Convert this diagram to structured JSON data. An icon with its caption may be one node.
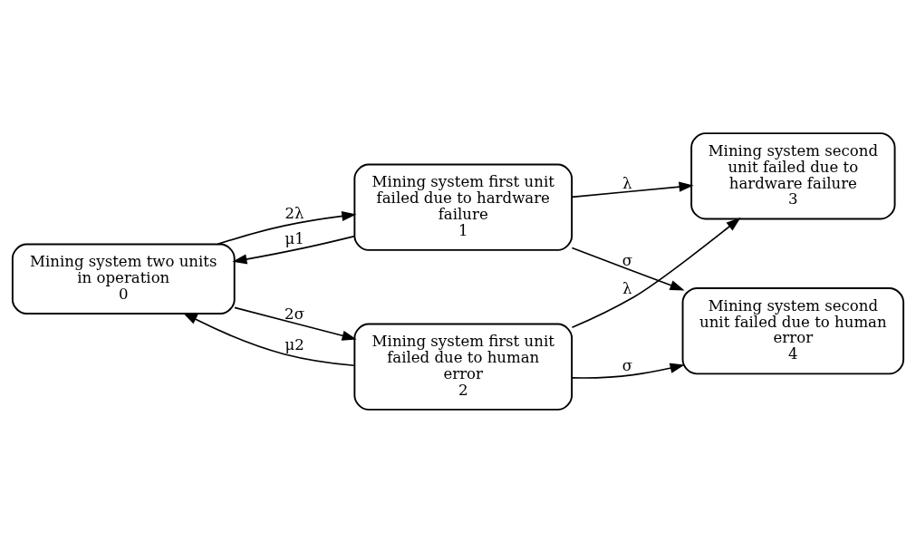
{
  "diagram": {
    "nodes": [
      {
        "text": [
          "Mining system two units in operation",
          "0"
        ]
      },
      {
        "text": [
          "Mining system first unit failed due to hardware failure",
          "1"
        ]
      },
      {
        "text": [
          "Mining system first unit failed due to human error",
          "2"
        ]
      },
      {
        "text": [
          "Mining system second unit failed due to hardware failure",
          "3"
        ]
      },
      {
        "text": [
          "Mining system second unit failed due to human error",
          "4"
        ]
      }
    ],
    "edges": [
      {
        "from": 0,
        "to": 1,
        "arrow": "to",
        "label": "2λ"
      },
      {
        "from": 1,
        "to": 0,
        "arrow": "to",
        "label": "μ1"
      },
      {
        "from": 1,
        "to": 3,
        "arrow": "to",
        "label": "λ"
      },
      {
        "from": 1,
        "to": 4,
        "arrow": "to",
        "label": "σ"
      },
      {
        "from": 0,
        "to": 2,
        "arrow": "to",
        "label": "2σ"
      },
      {
        "from": 2,
        "to": 0,
        "arrow": "to",
        "label": "μ2"
      },
      {
        "from": 2,
        "to": 3,
        "arrow": "to",
        "label": "λ"
      },
      {
        "from": 2,
        "to": 4,
        "arrow": "to",
        "label": "σ"
      }
    ]
  }
}
